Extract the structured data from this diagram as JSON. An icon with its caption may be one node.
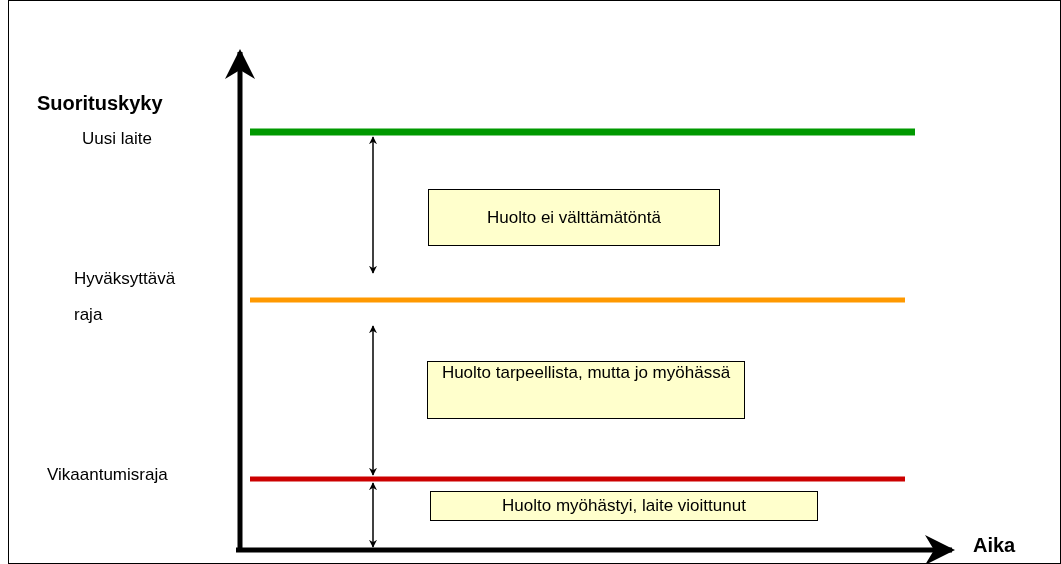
{
  "diagram": {
    "nodes": [
      {
        "text": [
          "Huolto ei välttämätöntä"
        ]
      },
      {
        "text": [
          "Huolto tarpeellista, mutta jo myöhässä"
        ]
      },
      {
        "text": [
          "Huolto myöhästyi, laite vioittunut"
        ]
      }
    ],
    "labels": [
      "Suorituskyky",
      "Uusi laite",
      "Hyväksyttävä raja",
      "Vikaantumisraja",
      "Aika"
    ]
  }
}
